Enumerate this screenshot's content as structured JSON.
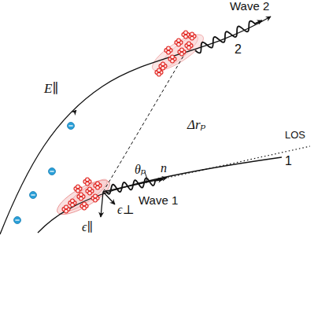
{
  "diagram": {
    "labels": [
      "Wave 2",
      "2",
      "E∥",
      "Δrₚ",
      "LOS",
      "θₚ",
      "n",
      "1",
      "Wave 1",
      "ϵ∥",
      "ϵ⊥"
    ]
  }
}
